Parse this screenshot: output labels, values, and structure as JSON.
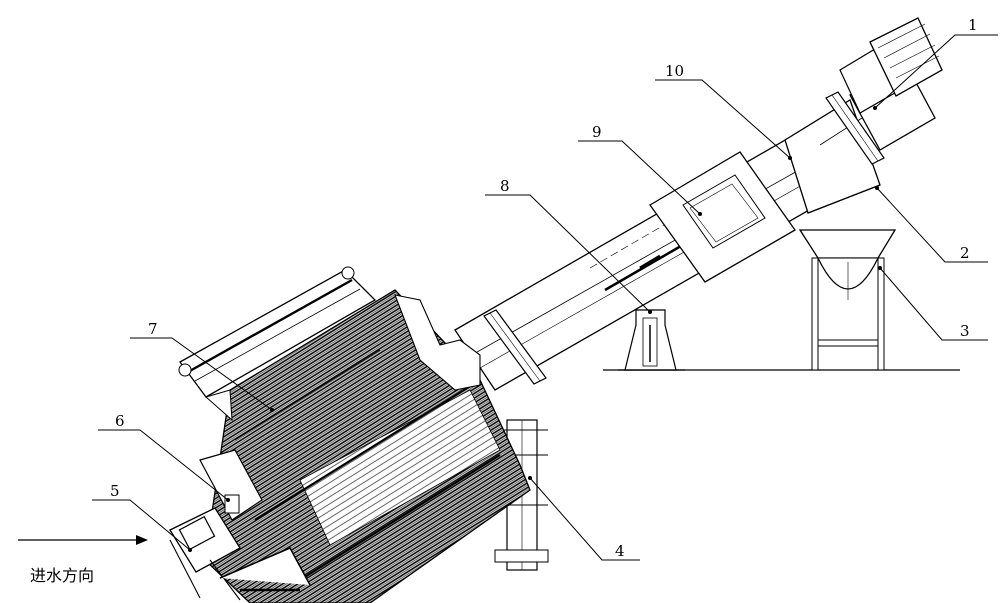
{
  "drawing": {
    "inflow_direction_label": "进水方向",
    "callouts": [
      {
        "id": "1",
        "label": "1"
      },
      {
        "id": "2",
        "label": "2"
      },
      {
        "id": "3",
        "label": "3"
      },
      {
        "id": "4",
        "label": "4"
      },
      {
        "id": "5",
        "label": "5"
      },
      {
        "id": "6",
        "label": "6"
      },
      {
        "id": "7",
        "label": "7"
      },
      {
        "id": "8",
        "label": "8"
      },
      {
        "id": "9",
        "label": "9"
      },
      {
        "id": "10",
        "label": "10"
      }
    ]
  }
}
